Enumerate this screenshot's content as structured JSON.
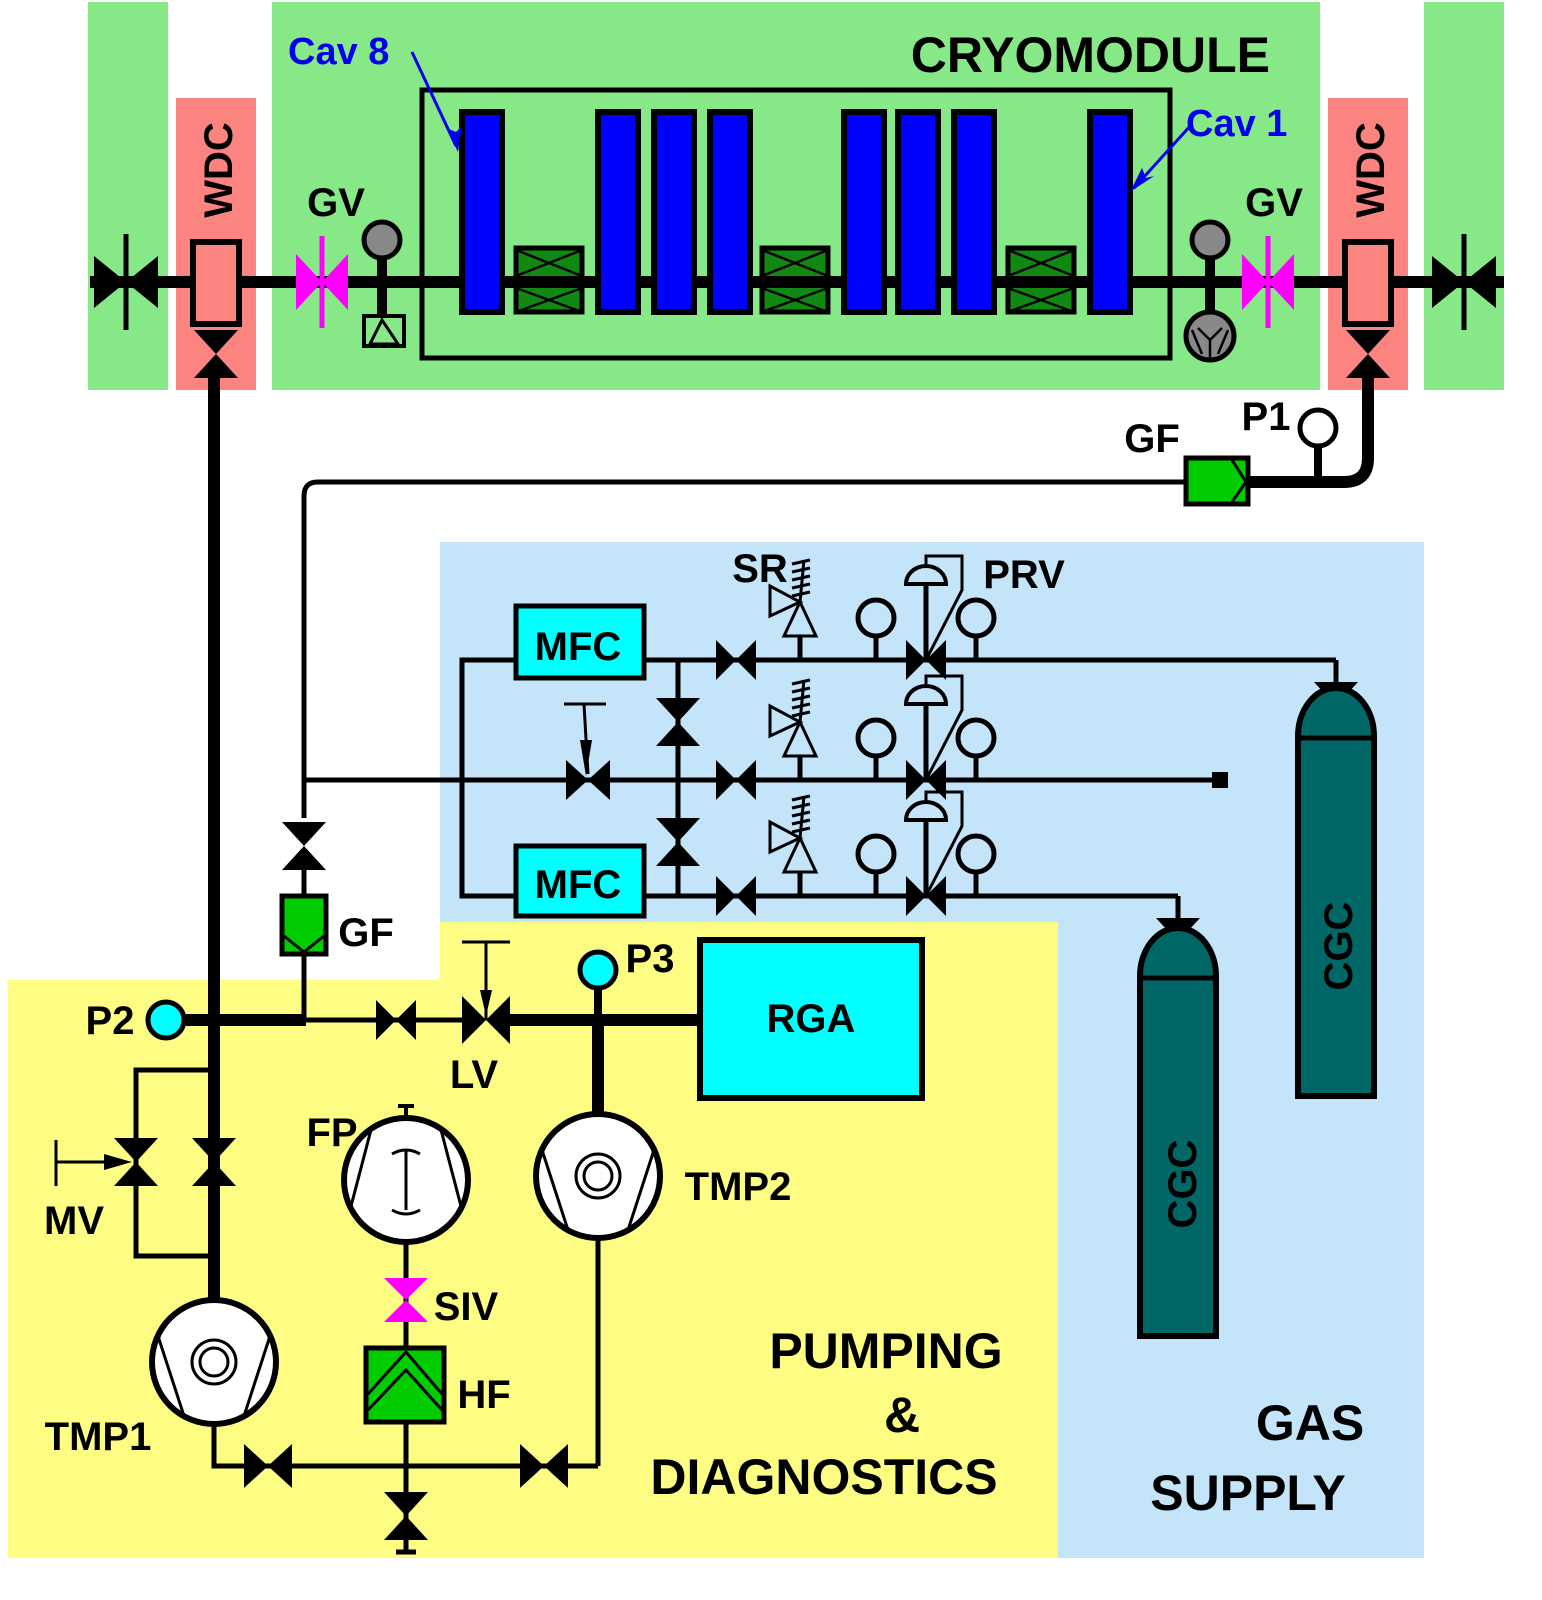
{
  "title": "Cryomodule vacuum, pumping & diagnostics, and gas supply schematic",
  "colors": {
    "cryomodule_region": "#86e886",
    "wdc_region": "#fb8480",
    "gas_supply_region": "#c4e4fa",
    "pumping_region": "#fdfd84",
    "cavity": "#0000ff",
    "magnet": "#118811",
    "gate_valve": "#ff00ff",
    "filter": "#00cc00",
    "instrument": "#00ffff",
    "cylinder": "#006666",
    "gauge_grey": "#888888",
    "cavity_label": "#0000ee"
  },
  "regions": {
    "cryomodule": "CRYOMODULE",
    "pumping": [
      "PUMPING",
      "&",
      "DIAGNOSTICS"
    ],
    "gas_supply": [
      "GAS",
      "SUPPLY"
    ]
  },
  "cryomodule": {
    "cavity_first_label": "Cav 8",
    "cavity_last_label": "Cav 1",
    "cavity_count": 8,
    "magnet_count": 3
  },
  "labels": {
    "wdc_left": "WDC",
    "wdc_right": "WDC",
    "gv_left": "GV",
    "gv_right": "GV",
    "gf_top": "GF",
    "p1": "P1",
    "gf_mid": "GF",
    "p2": "P2",
    "p3": "P3",
    "lv": "LV",
    "rga": "RGA",
    "fp": "FP",
    "tmp1": "TMP1",
    "tmp2": "TMP2",
    "mv": "MV",
    "siv": "SIV",
    "hf": "HF",
    "sr": "SR",
    "prv": "PRV",
    "mfc_top": "MFC",
    "mfc_bottom": "MFC",
    "cgc_right": "CGC",
    "cgc_left": "CGC"
  }
}
